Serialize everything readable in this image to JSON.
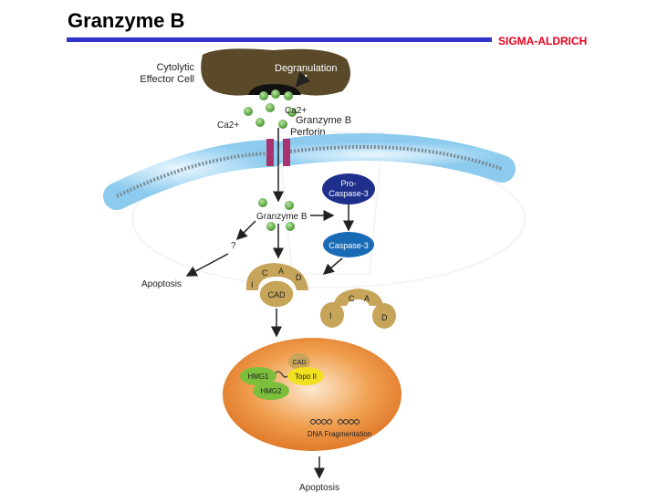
{
  "header": {
    "title": "Granzyme B",
    "brand": "SIGMA-ALDRICH"
  },
  "labels": {
    "cytolytic_cell_1": "Cytolytic",
    "cytolytic_cell_2": "Effector Cell",
    "degranulation": "Degranulation",
    "ca_top": "Ca2+",
    "ca_left": "Ca2+",
    "granzyme_top": "Granzyme B",
    "perforin": "Perforin",
    "procaspase_1": "Pro-",
    "procaspase_2": "Caspase-3",
    "granzyme_mid": "Granzyme B",
    "question": "?",
    "caspase3": "Caspase-3",
    "apoptosis_left": "Apoptosis",
    "cad_c": "C",
    "cad_a": "A",
    "cad_d": "D",
    "cad_i": "I",
    "cad_core": "CAD",
    "free_c": "C",
    "free_a": "A",
    "free_i": "I",
    "free_d": "D",
    "nuc_cad": "CAD",
    "hmg1": "HMG1",
    "topo2": "Topo II",
    "hmg2": "HMG2",
    "dna_frag": "DNA Fragmentation",
    "apoptosis_bottom": "Apoptosis"
  },
  "colors": {
    "title_rule": "#3333cc",
    "brand": "#e8001c",
    "effector_cell": "#5a4a2a",
    "granule": "#6ab04c",
    "membrane": "#a9d8f2",
    "perforin_pore": "#a8336e",
    "procaspase": "#1e2f8c",
    "caspase": "#1a6bb5",
    "icad": "#c6a45a",
    "nucleus": "#e8893a",
    "hmg": "#7bbf3c",
    "topo": "#f0e020"
  }
}
